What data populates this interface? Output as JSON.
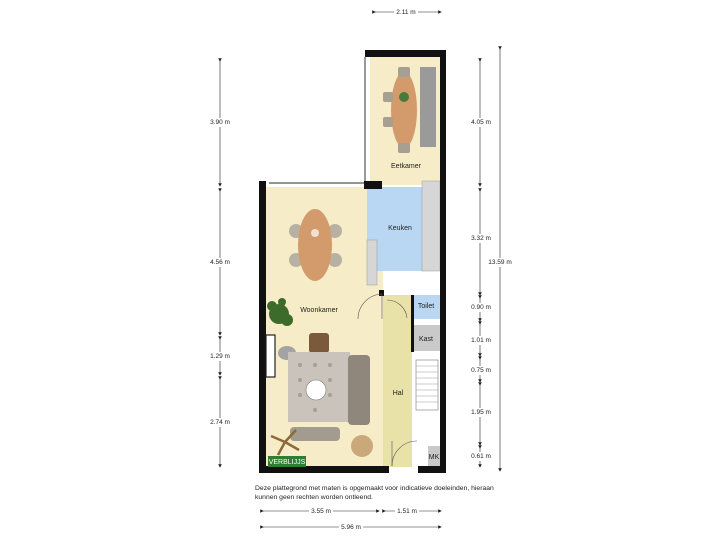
{
  "rooms": {
    "eetkamer": "Eetkamer",
    "keuken": "Keuken",
    "woonkamer": "Woonkamer",
    "toilet": "Toilet",
    "kast": "Kast",
    "hal": "Hal",
    "mk": "MK"
  },
  "floor_label": "VERBLIJJS",
  "dimensions": {
    "top_width": "2.11 m",
    "left_1": "3.90 m",
    "left_2": "4.56 m",
    "left_3": "1.29 m",
    "left_4": "2.74 m",
    "right_1": "4.05 m",
    "right_2": "3.32 m",
    "right_3": "0.90 m",
    "right_4": "1.01 m",
    "right_5": "0.75 m",
    "right_6": "1.95 m",
    "right_7": "0.61 m",
    "total_height": "13.59 m",
    "bottom_1": "3.55 m",
    "bottom_2": "1.51 m",
    "bottom_total": "5.96 m"
  },
  "disclaimer": "Deze plattegrond met maten is opgemaakt voor indicatieve doeleinden, hieraan kunnen geen rechten worden ontleend.",
  "colors": {
    "floor": "#f6ecc8",
    "kitchen": "#b9d6f2",
    "hall": "#e8e1a8",
    "wall": "#111111",
    "closet": "#c9c9c9",
    "label_bg": "#2e7d32"
  }
}
